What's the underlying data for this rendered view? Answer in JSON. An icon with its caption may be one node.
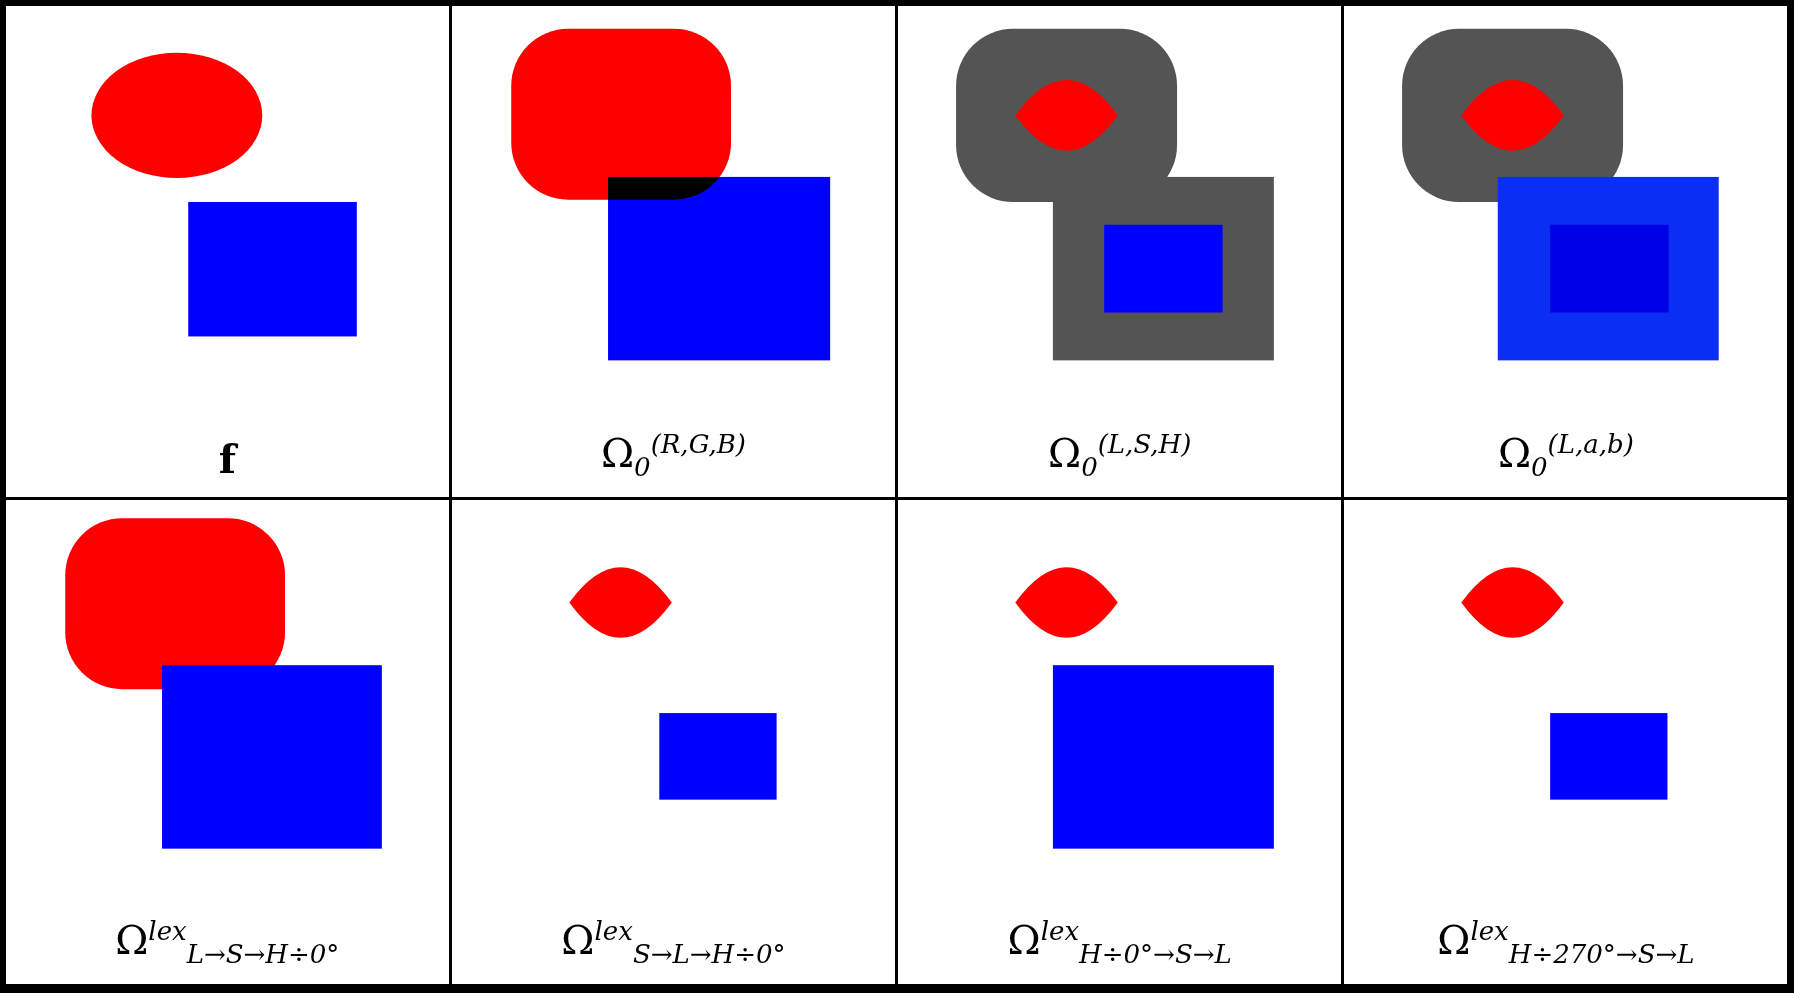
{
  "diagram": {
    "nodes": [
      {
        "text": [
          "f"
        ]
      },
      {
        "text": [
          "Ω$_{0}$$^{(R,G,B)}$"
        ]
      },
      {
        "text": [
          "Ω$_{0}$$^{(L,S,H)}$"
        ]
      },
      {
        "text": [
          "Ω$_{0}$$^{(L,a,b)}$"
        ]
      },
      {
        "text": [
          "Ω$^{lex}$$_{L→S→H÷0°}$"
        ]
      },
      {
        "text": [
          "Ω$^{lex}$$_{S→L→H÷0°}$"
        ]
      },
      {
        "text": [
          "Ω$^{lex}$$_{H÷0°→S→L}$"
        ]
      },
      {
        "text": [
          "Ω$^{lex}$$_{H÷270°→S→L}$"
        ]
      }
    ]
  }
}
